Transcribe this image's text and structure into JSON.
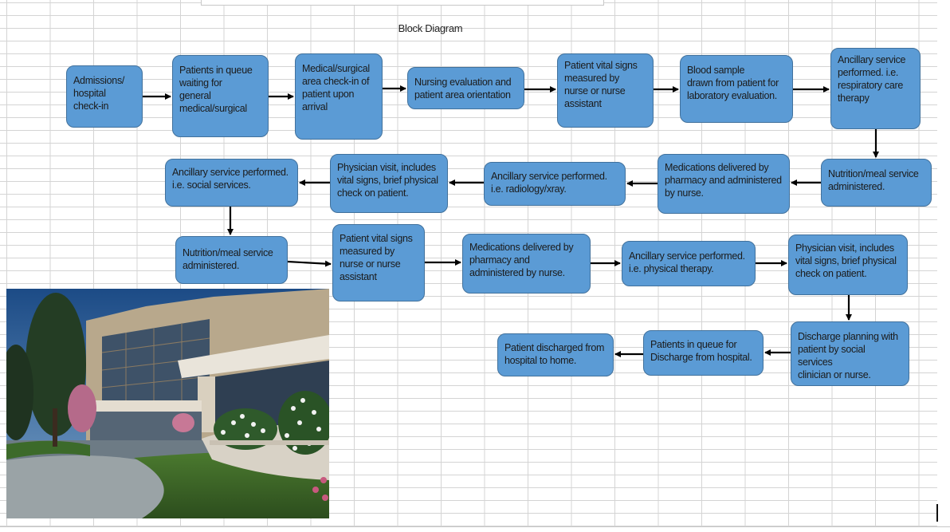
{
  "diagram": {
    "title": "Block Diagram",
    "steps": [
      {
        "id": "s1",
        "text": "Admissions/\nhospital\ncheck-in"
      },
      {
        "id": "s2",
        "text": "Patients in queue\nwaiting for\ngeneral\nmedical/surgical"
      },
      {
        "id": "s3",
        "text": "Medical/surgical\narea check-in of\npatient upon\narrival"
      },
      {
        "id": "s4",
        "text": "Nursing evaluation and\npatient area orientation"
      },
      {
        "id": "s5",
        "text": "Patient vital signs\nmeasured by\nnurse or nurse\nassistant"
      },
      {
        "id": "s6",
        "text": "Blood sample\ndrawn from patient for\nlaboratory evaluation."
      },
      {
        "id": "s7",
        "text": "Ancillary service\nperformed.  i.e.\nrespiratory care\ntherapy"
      },
      {
        "id": "s8",
        "text": "Nutrition/meal service\nadministered."
      },
      {
        "id": "s9",
        "text": "Medications delivered by\npharmacy and administered\nby nurse."
      },
      {
        "id": "s10",
        "text": "Ancillary service performed.\ni.e. radiology/xray."
      },
      {
        "id": "s11",
        "text": "Physician visit, includes\nvital signs, brief physical\ncheck on patient."
      },
      {
        "id": "s12",
        "text": "Ancillary service performed.\ni.e. social services."
      },
      {
        "id": "s13",
        "text": "Nutrition/meal service\nadministered."
      },
      {
        "id": "s14",
        "text": "Patient vital signs\nmeasured by\nnurse or nurse\nassistant"
      },
      {
        "id": "s15",
        "text": "Medications delivered by\npharmacy and\nadministered by nurse."
      },
      {
        "id": "s16",
        "text": "Ancillary service performed.\ni.e. physical therapy."
      },
      {
        "id": "s17",
        "text": "Physician visit, includes\nvital signs, brief physical\ncheck on patient."
      },
      {
        "id": "s18",
        "text": "Discharge planning with\npatient by social services\nclinician or nurse."
      },
      {
        "id": "s19",
        "text": "Patients in queue for\nDischarge from hospital."
      },
      {
        "id": "s20",
        "text": "Patient discharged from\nhospital to home."
      }
    ],
    "connections": [
      [
        "s1",
        "s2"
      ],
      [
        "s2",
        "s3"
      ],
      [
        "s3",
        "s4"
      ],
      [
        "s4",
        "s5"
      ],
      [
        "s5",
        "s6"
      ],
      [
        "s6",
        "s7"
      ],
      [
        "s7",
        "s8"
      ],
      [
        "s8",
        "s9"
      ],
      [
        "s9",
        "s10"
      ],
      [
        "s10",
        "s11"
      ],
      [
        "s11",
        "s12"
      ],
      [
        "s12",
        "s13"
      ],
      [
        "s13",
        "s14"
      ],
      [
        "s14",
        "s15"
      ],
      [
        "s15",
        "s16"
      ],
      [
        "s16",
        "s17"
      ],
      [
        "s17",
        "s18"
      ],
      [
        "s18",
        "s19"
      ],
      [
        "s19",
        "s20"
      ]
    ],
    "colors": {
      "box_fill": "#5b9bd5",
      "box_border": "#41719c",
      "arrow": "#000000"
    }
  },
  "photo": {
    "subject": "hospital-building-photo"
  }
}
